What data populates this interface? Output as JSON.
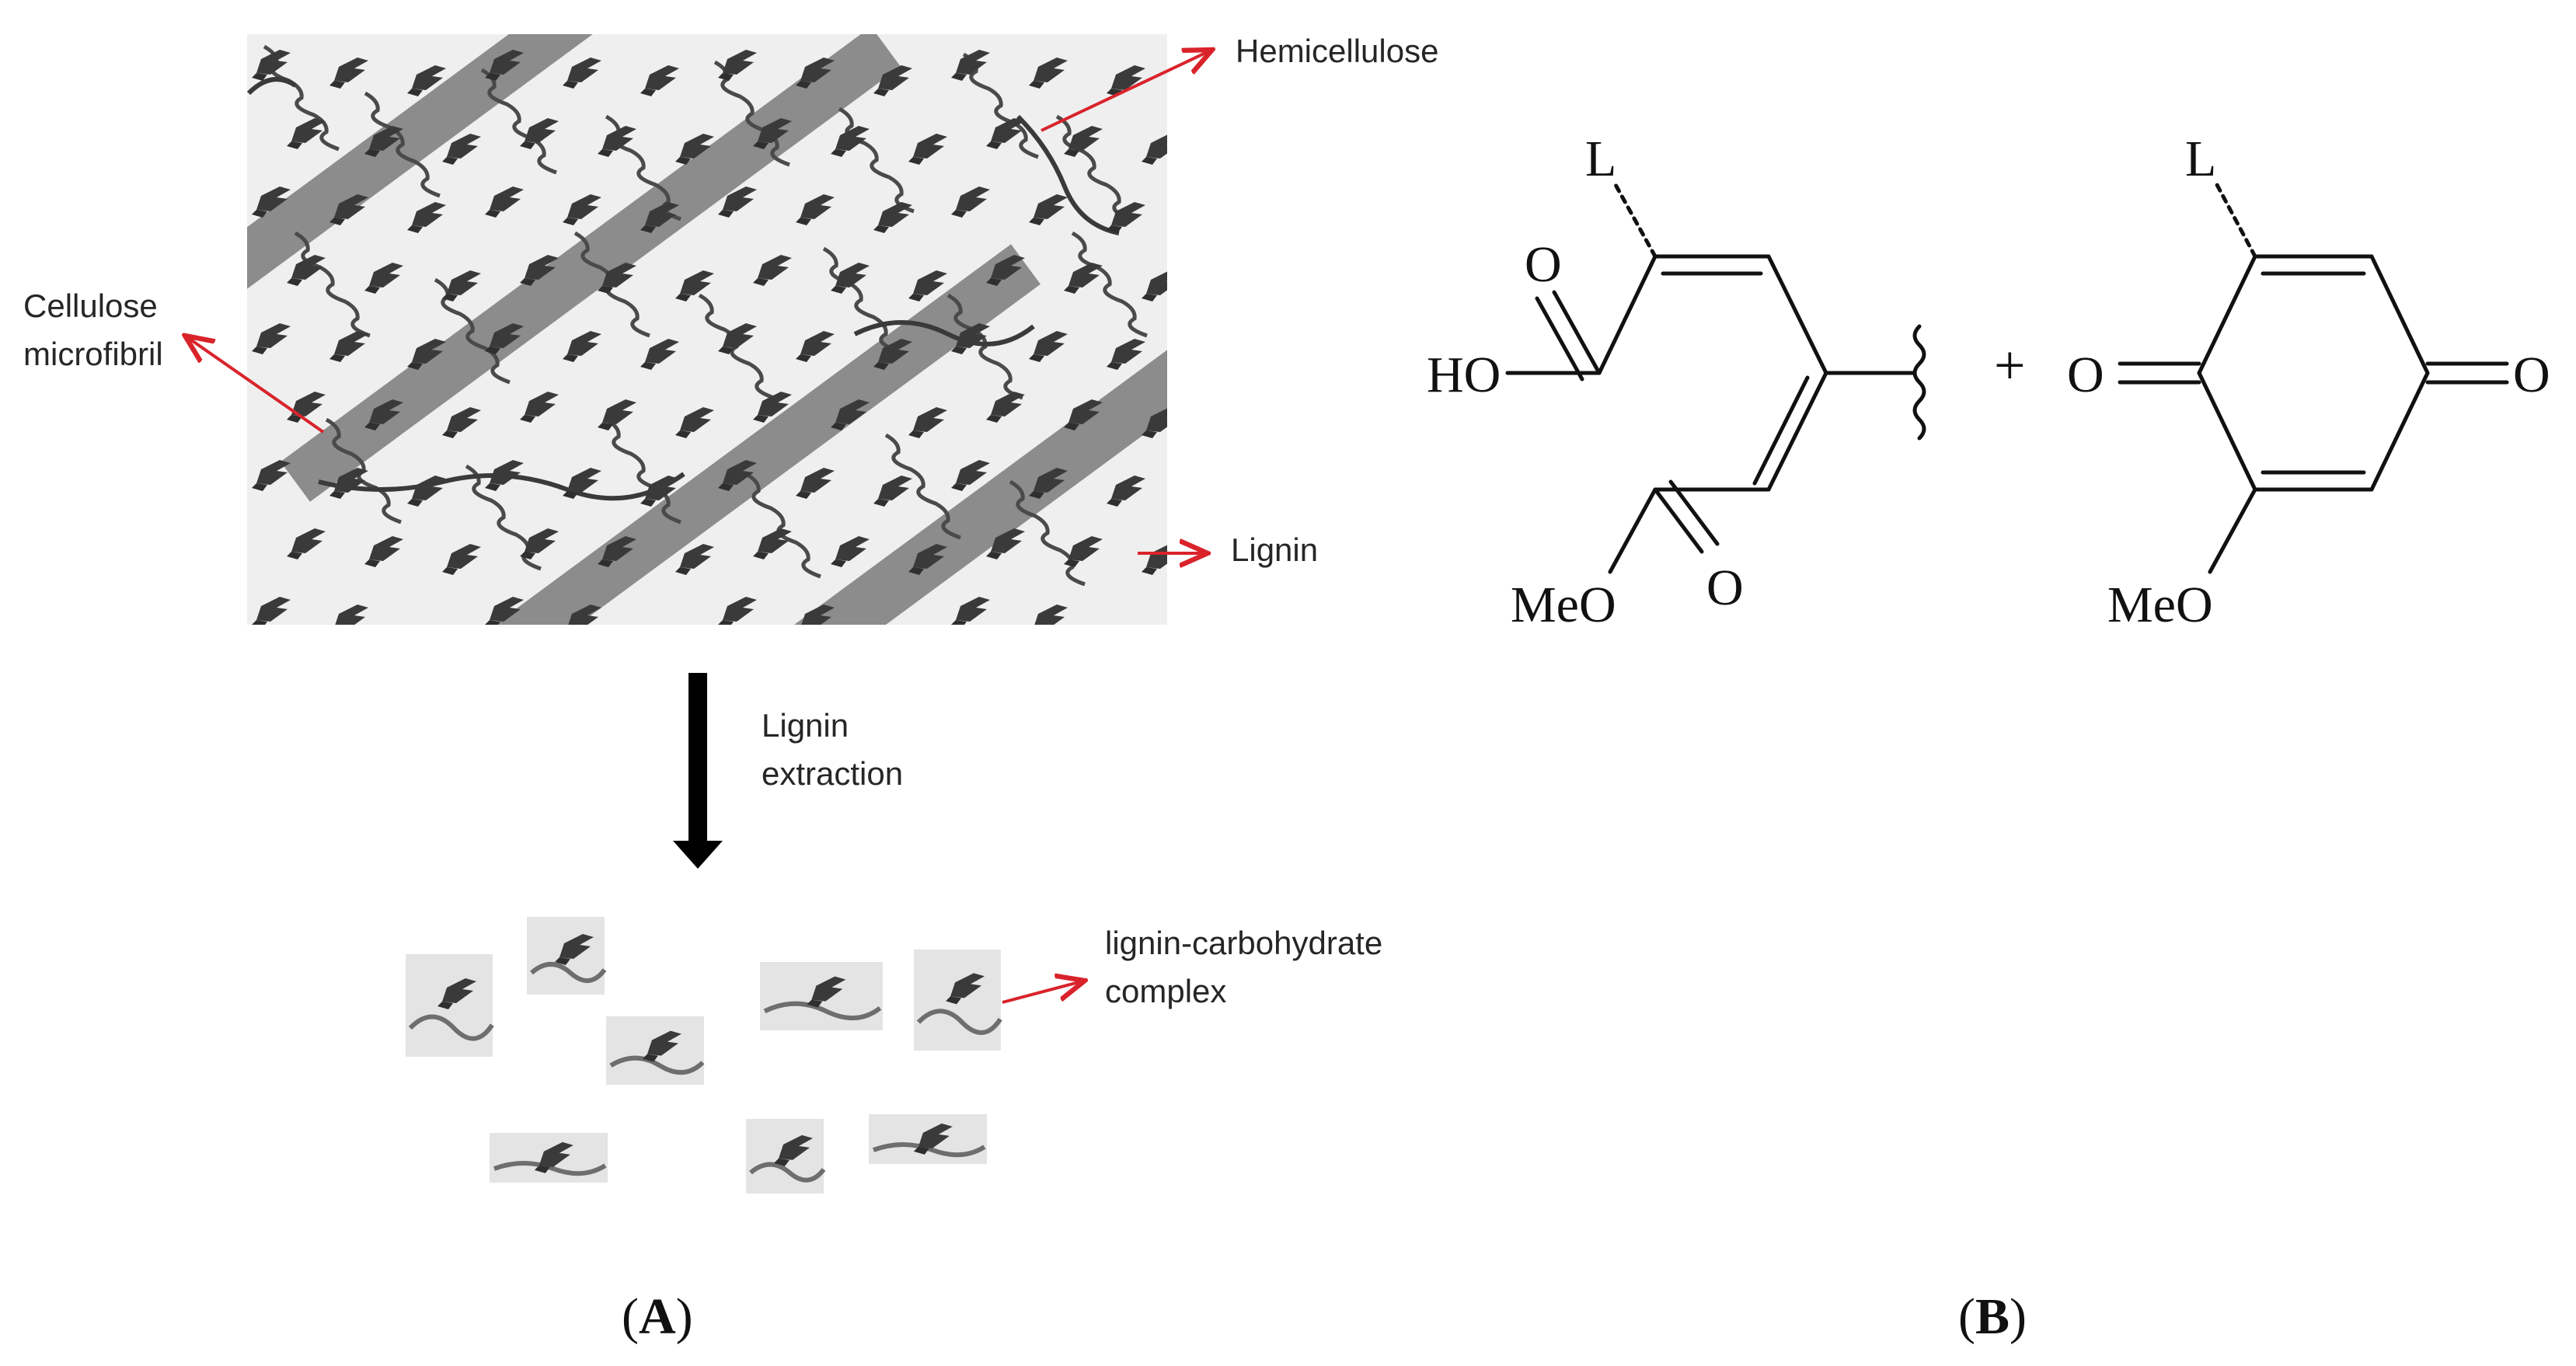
{
  "labels": {
    "hemicellulose": "Hemicellulose",
    "cellulose_line1": "Cellulose",
    "cellulose_line2": "microfibril",
    "lignin": "Lignin",
    "extraction_line1": "Lignin",
    "extraction_line2": "extraction",
    "lcc_line1": "lignin-carbohydrate",
    "lcc_line2": "complex"
  },
  "panels": {
    "a_open": "(",
    "a_letter": "A",
    "a_close": ")",
    "b_open": "(",
    "b_letter": "B",
    "b_close": ")"
  },
  "chem": {
    "left": {
      "L": "L",
      "O_acid": "O",
      "HO": "HO",
      "O_ester": "O",
      "MeO": "MeO"
    },
    "plus": "+",
    "right": {
      "L": "L",
      "O_left": "O",
      "O_right": "O",
      "MeO": "MeO"
    }
  },
  "colors": {
    "arrow_red": "#d9232b",
    "background_gray": "#efefef",
    "cellulose_band": "#8c8c8c",
    "lignin_dark": "#3a3a3a",
    "hemicellulose_line": "#4a4a4a"
  }
}
